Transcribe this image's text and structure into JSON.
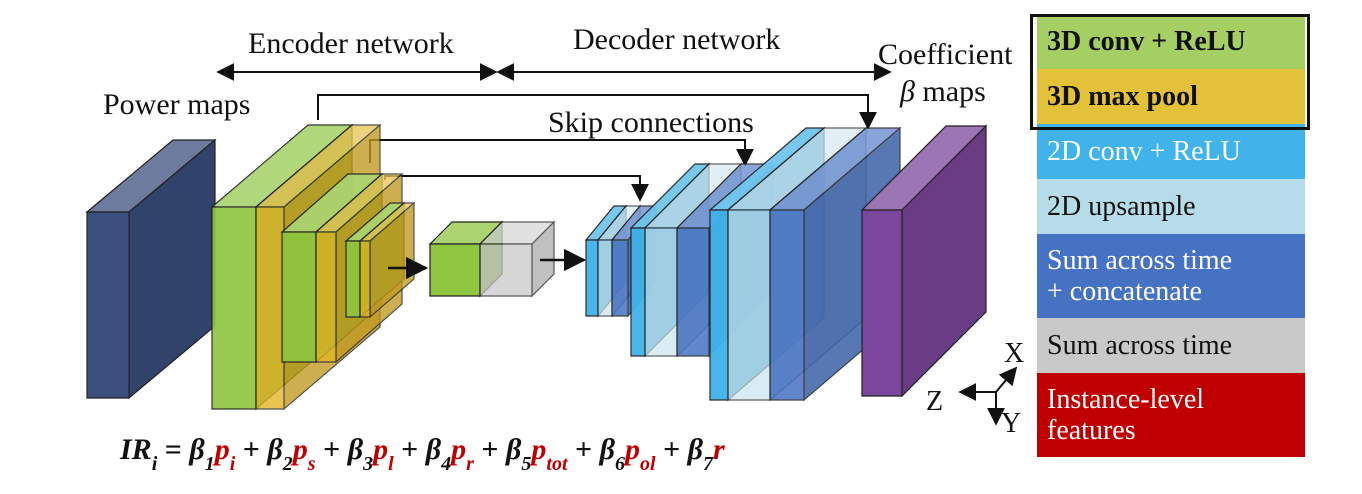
{
  "labels": {
    "encoder": "Encoder network",
    "decoder": "Decoder network",
    "power_maps": "Power maps",
    "coeff_line1": "Coefficient",
    "coeff_line2_greek": "β",
    "coeff_line2_rest": " maps",
    "skip": "Skip connections"
  },
  "axes": {
    "x": "X",
    "y": "Y",
    "z": "Z"
  },
  "equation": {
    "lhs": "IR",
    "lhs_sub": "i",
    "equals": " = ",
    "terms": [
      {
        "beta": "β",
        "beta_sub": "1",
        "p": "p",
        "p_sub": "i"
      },
      {
        "beta": "β",
        "beta_sub": "2",
        "p": "p",
        "p_sub": "s"
      },
      {
        "beta": "β",
        "beta_sub": "3",
        "p": "p",
        "p_sub": "l"
      },
      {
        "beta": "β",
        "beta_sub": "4",
        "p": "p",
        "p_sub": "r"
      },
      {
        "beta": "β",
        "beta_sub": "5",
        "p": "p",
        "p_sub": "tot"
      },
      {
        "beta": "β",
        "beta_sub": "6",
        "p": "p",
        "p_sub": "ol"
      },
      {
        "beta": "β",
        "beta_sub": "7",
        "p": "r",
        "p_sub": ""
      }
    ],
    "plus": " + "
  },
  "legend": [
    {
      "label": "3D conv + ReLU",
      "color": "#a6cf63",
      "text_color": "#111111",
      "bold": true
    },
    {
      "label": "3D max pool",
      "color": "#e3c23a",
      "text_color": "#111111",
      "bold": true
    },
    {
      "label": "2D conv + ReLU",
      "color": "#3fb3ea",
      "text_color": "#ffffff",
      "bold": false
    },
    {
      "label": "2D upsample",
      "color": "#b6dce9",
      "text_color": "#111111",
      "bold": false
    },
    {
      "label": "Sum across time\n+ concatenate",
      "color": "#4672c4",
      "text_color": "#ffffff",
      "bold": false
    },
    {
      "label": "Sum across time",
      "color": "#c9c9c9",
      "text_color": "#111111",
      "bold": false
    },
    {
      "label": "Instance-level\nfeatures",
      "color": "#c00000",
      "text_color": "#ffffff",
      "bold": false
    }
  ],
  "colors": {
    "power": "#3b4f7e",
    "green": "#8fc640",
    "yellow": "#e3b424",
    "gray": "#c9c9c9",
    "lightblue": "#3fb3ea",
    "pale": "#c9e3ee",
    "blue": "#4672c4",
    "purple": "#7b479c",
    "red": "#c00000"
  }
}
